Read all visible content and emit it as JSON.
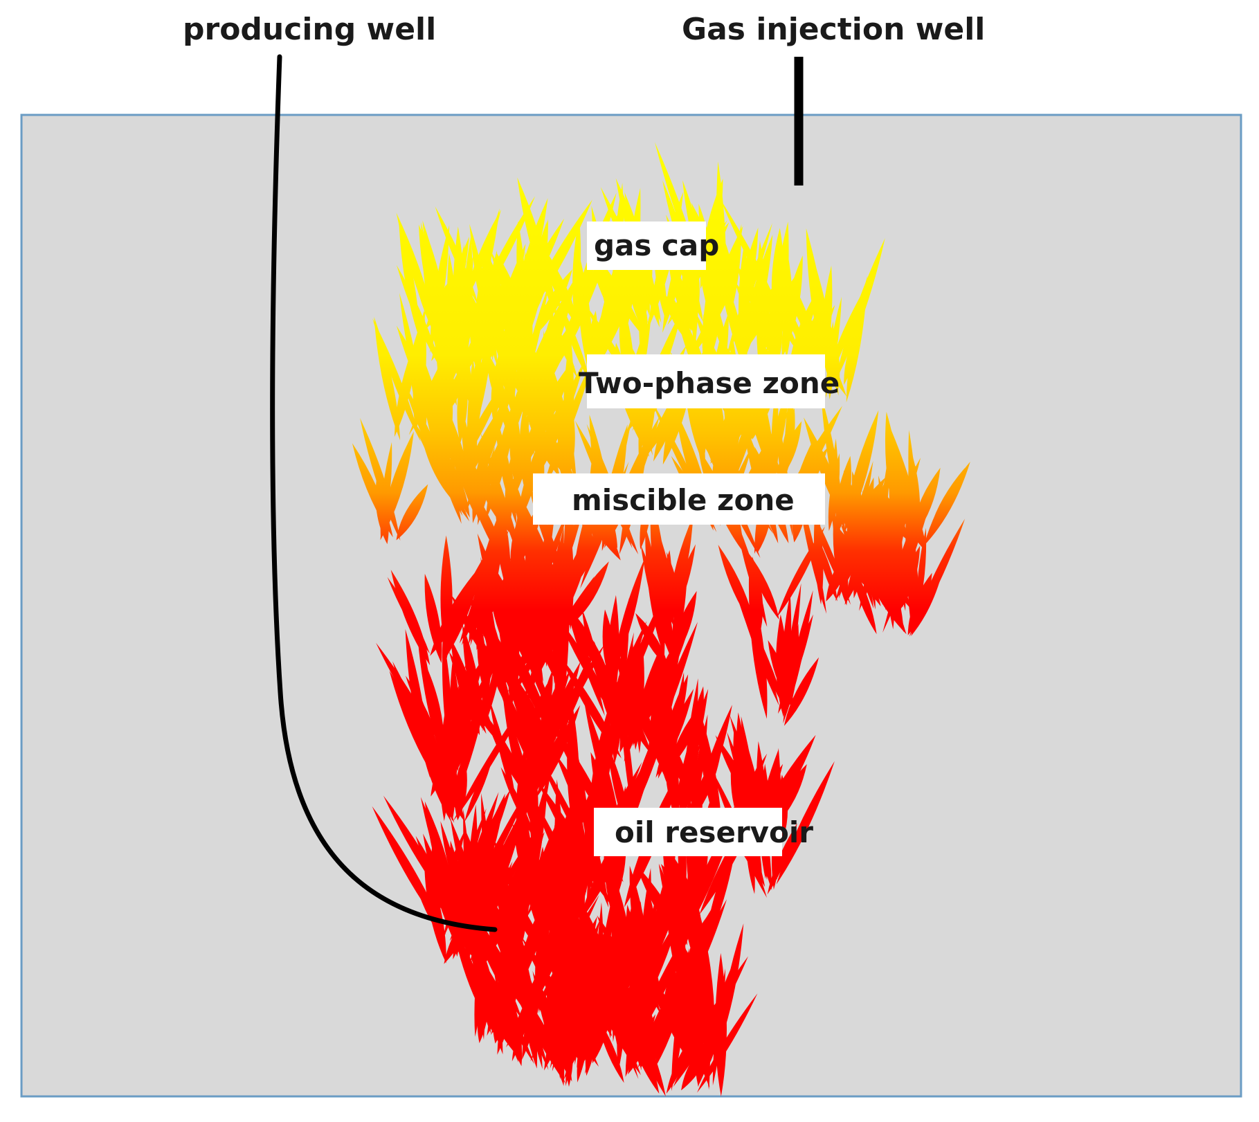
{
  "labels": {
    "producing_well": "producing well",
    "gas_injection_well": "Gas injection well",
    "gas_cap": "gas cap",
    "two_phase_zone": "Two-phase zone",
    "miscible_zone": "miscible zone",
    "oil_reservoir": "oil reservoir"
  },
  "colors": {
    "reservoir_fill": "#d9d9d9",
    "reservoir_border": "#6a9cc4",
    "well_line": "#000000",
    "gas_cap_color": "#ffff00",
    "transition_color": "#ffb300",
    "oil_color": "#ff0000",
    "label_background": "#ffffff",
    "text_color": "#1a1a1a"
  }
}
